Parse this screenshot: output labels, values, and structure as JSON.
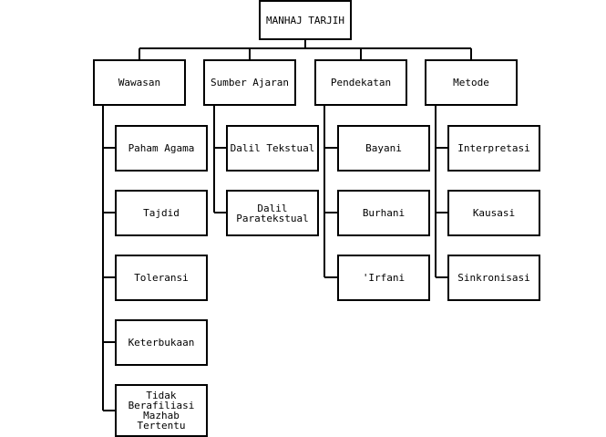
{
  "root": {
    "label": "MANHAJ TARJIH"
  },
  "columns": [
    {
      "header": "Wawasan",
      "items": [
        "Paham Agama",
        "Tajdid",
        "Toleransi",
        "Keterbukaan",
        "Tidak\nBerafiliasi\nMazhab\nTertentu"
      ]
    },
    {
      "header": "Sumber Ajaran",
      "items": [
        "Dalil Tekstual",
        "Dalil\nParatekstual"
      ]
    },
    {
      "header": "Pendekatan",
      "items": [
        "Bayani",
        "Burhani",
        "'Irfani"
      ]
    },
    {
      "header": "Metode",
      "items": [
        "Interpretasi",
        "Kausasi",
        "Sinkronisasi"
      ]
    }
  ],
  "colors": {
    "line": "#000000",
    "box_fill": "#ffffff",
    "text": "#000000"
  }
}
